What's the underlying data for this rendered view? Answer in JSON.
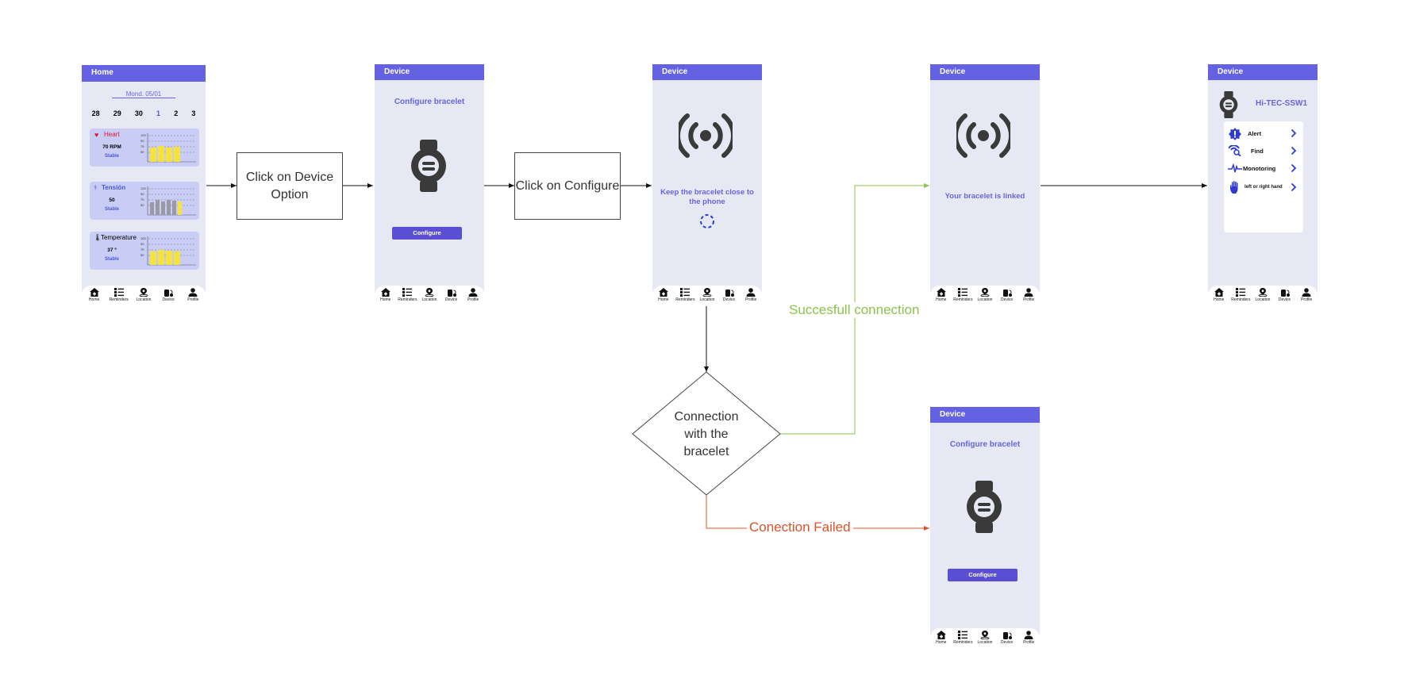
{
  "screens": {
    "home": {
      "header": "Home",
      "date": "Mond. 05/01",
      "days": [
        "28",
        "29",
        "30",
        "1",
        "2",
        "3"
      ],
      "cards": [
        {
          "title": "Heart",
          "value": "70 RPM",
          "status": "Stable",
          "ticks": [
            "120",
            "90",
            "75",
            "50"
          ]
        },
        {
          "title": "Tensión",
          "value": "50",
          "status": "Stable",
          "ticks": [
            "120",
            "90",
            "75",
            "50"
          ]
        },
        {
          "title": "Temperature",
          "value": "37 º",
          "status": "Stable",
          "ticks": [
            "100",
            "90",
            "75",
            "50"
          ]
        }
      ]
    },
    "configure": {
      "header": "Device",
      "title": "Configure bracelet",
      "button": "Configure"
    },
    "connecting": {
      "header": "Device",
      "message": "Keep the bracelet close to the phone"
    },
    "linked": {
      "header": "Device",
      "message": "Your bracelet is linked"
    },
    "device_menu": {
      "header": "Device",
      "device_name": "Hi-TEC-SSW1",
      "items": [
        {
          "label": "Alert",
          "icon": "alert-icon"
        },
        {
          "label": "Find",
          "icon": "find-icon"
        },
        {
          "label": "Monotoring",
          "icon": "heartbeat-icon"
        },
        {
          "label": "left or right hand",
          "icon": "hand-icon"
        }
      ]
    },
    "failed": {
      "header": "Device",
      "title": "Configure bracelet",
      "button": "Configure"
    }
  },
  "nav": {
    "items": [
      {
        "label": "Home",
        "icon": "home-icon"
      },
      {
        "label": "Reminders",
        "icon": "list-icon"
      },
      {
        "label": "Location",
        "icon": "location-icon"
      },
      {
        "label": "Device",
        "icon": "device-icon"
      },
      {
        "label": "Profile",
        "icon": "profile-icon"
      }
    ]
  },
  "flow": {
    "step1": "Click on Device Option",
    "step2": "Click on Configure",
    "decision": "Connection with the bracelet",
    "success_label": "Succesfull connection",
    "fail_label": "Conection Failed"
  },
  "colors": {
    "header": "#6461e2",
    "screen_bg": "#e6e9f3",
    "success": "#8bc34a",
    "fail": "#d9542b",
    "accent_text": "#6a63e0"
  }
}
